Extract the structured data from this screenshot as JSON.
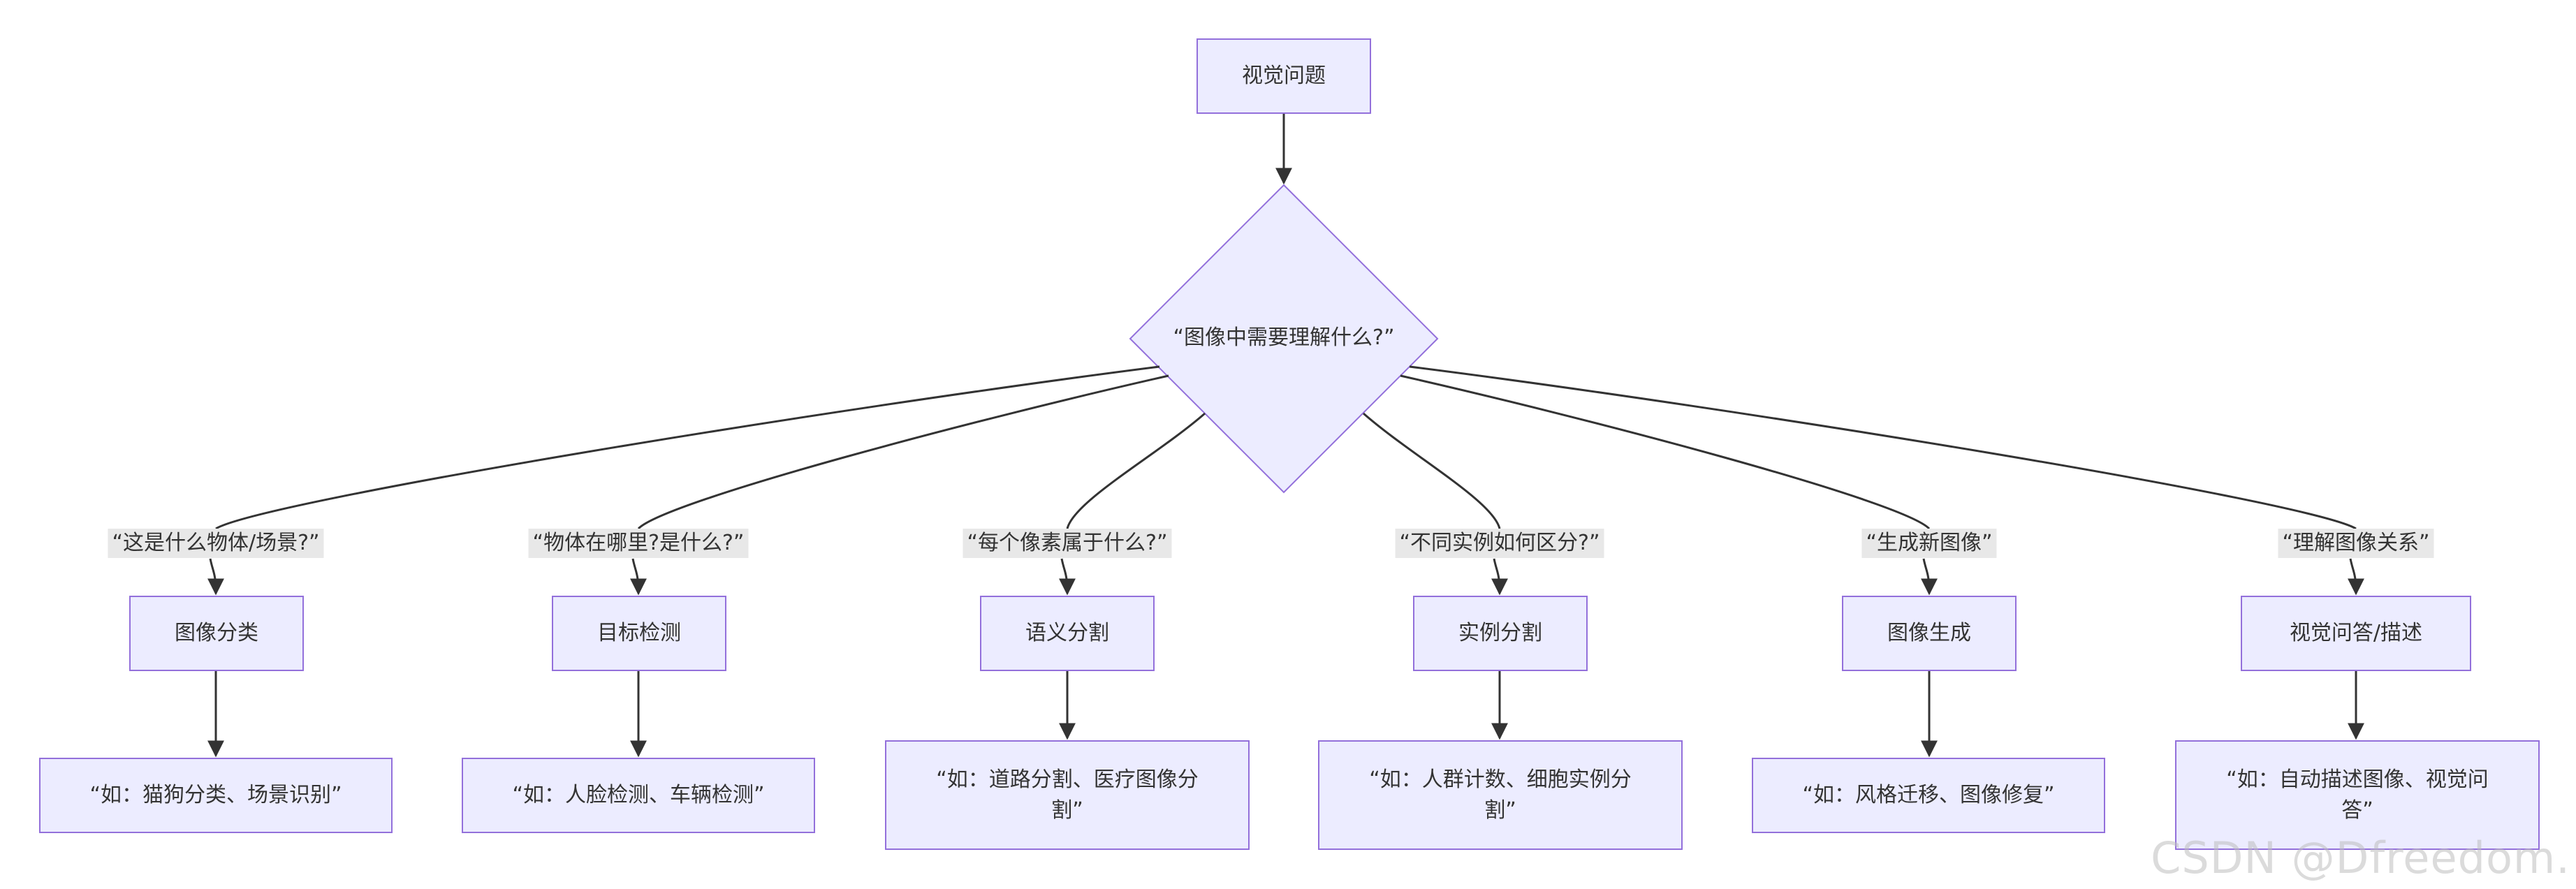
{
  "root": {
    "label": "视觉问题"
  },
  "decision": {
    "label": "“图像中需要理解什么?”"
  },
  "branches": [
    {
      "question": "“这是什么物体/场景?”",
      "task": "图像分类",
      "example": "“如：猫狗分类、场景识别”"
    },
    {
      "question": "“物体在哪里?是什么?”",
      "task": "目标检测",
      "example": "“如：人脸检测、车辆检测”"
    },
    {
      "question": "“每个像素属于什么?”",
      "task": "语义分割",
      "example": "“如：道路分割、医疗图像分割”"
    },
    {
      "question": "“不同实例如何区分?”",
      "task": "实例分割",
      "example": "“如：人群计数、细胞实例分割”"
    },
    {
      "question": "“生成新图像”",
      "task": "图像生成",
      "example": "“如：风格迁移、图像修复”"
    },
    {
      "question": "“理解图像关系”",
      "task": "视觉问答/描述",
      "example": "“如：自动描述图像、视觉问答”"
    }
  ],
  "watermark": "CSDN @Dfreedom.",
  "colors": {
    "node_fill": "#ececff",
    "node_stroke": "#9370db",
    "edge": "#333333",
    "label_bg": "#e8e8e8"
  }
}
